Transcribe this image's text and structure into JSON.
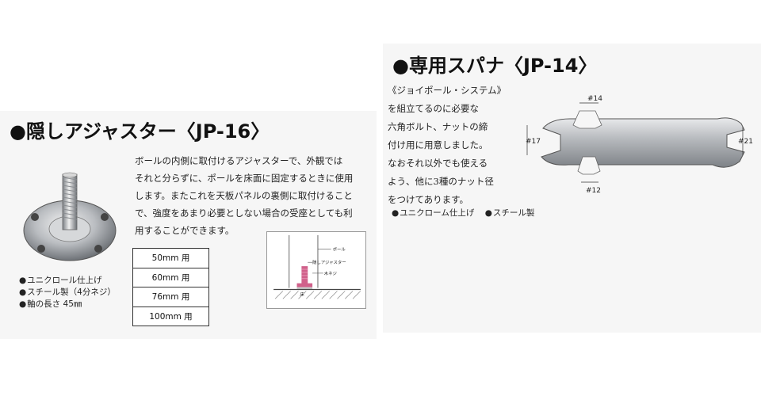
{
  "left": {
    "heading": "●隠しアジャスター〈JP-16〉",
    "description": "ボールの内側に取付けるアジャスターで、外観では\nそれと分らずに、ポールを床面に固定するときに使用\nします。またこれを天板パネルの裏側に取付けること\nで、強度をあまり必要としない場合の受座としても利\n用することができます。",
    "bullets": [
      "ユニクロール仕上げ",
      "スチール製（4分ネジ）",
      "軸の長さ 45㎜"
    ],
    "sizes": [
      "50mm 用",
      "60mm 用",
      "76mm 用",
      "100mm 用"
    ],
    "diagram_labels": [
      "ポール",
      "隠しアジャスター",
      "木ネジ",
      "床"
    ]
  },
  "right": {
    "heading": "●専用スパナ〈JP-14〉",
    "description": "《ジョイポール・システム》\nを組立てるのに必要な\n六角ボルト、ナットの締\n付け用に用意しました。\nなおそれ以外でも使える\nよう、他に3種のナット径\nをつけてあります。",
    "bullets": [
      "ユニクローム仕上げ",
      "スチール製"
    ],
    "wrench_labels": [
      "#14",
      "#17",
      "#21",
      "#12"
    ]
  }
}
